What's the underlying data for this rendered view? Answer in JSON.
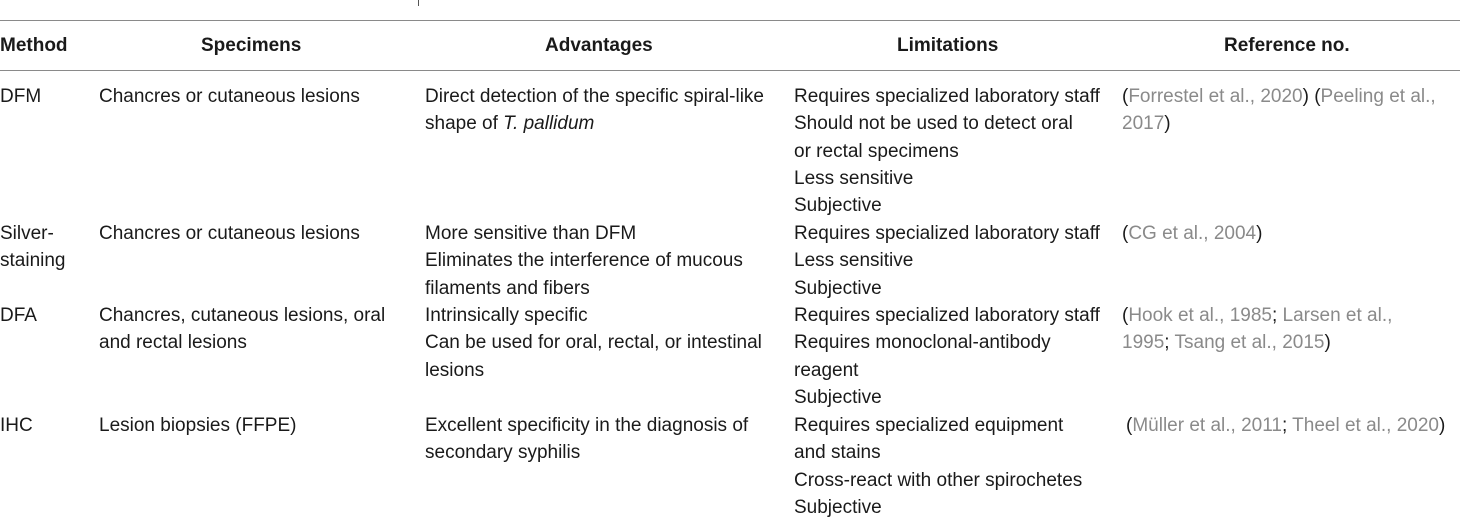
{
  "table": {
    "headers": {
      "method": "Method",
      "specimens": "Specimens",
      "advantages": "Advantages",
      "limitations": "Limitations",
      "reference": "Reference no."
    },
    "rows": [
      {
        "method": [
          "DFM"
        ],
        "specimens": [
          "Chancres or cutaneous lesions"
        ],
        "advantages": [
          "Direct detection of the specific spiral-like",
          "shape of ",
          "T. pallidum"
        ],
        "limitations": [
          "Requires specialized laboratory staff",
          "Should not be used to detect oral",
          "or rectal specimens",
          "Less sensitive",
          "Subjective"
        ],
        "reference": [
          "(",
          "Forrestel et al., 2020",
          ") (",
          "Peeling et al.,",
          "2017",
          ")"
        ]
      },
      {
        "method": [
          "Silver-",
          "staining"
        ],
        "specimens": [
          "Chancres or cutaneous lesions"
        ],
        "advantages": [
          "More sensitive than DFM",
          "Eliminates the interference of mucous",
          "filaments and fibers"
        ],
        "limitations": [
          "Requires specialized laboratory staff",
          "Less sensitive",
          "Subjective"
        ],
        "reference": [
          "(",
          "CG et al., 2004",
          ")"
        ]
      },
      {
        "method": [
          "DFA"
        ],
        "specimens": [
          "Chancres, cutaneous lesions, oral",
          "and rectal lesions"
        ],
        "advantages": [
          "Intrinsically specific",
          "Can be used for oral, rectal, or intestinal",
          "lesions"
        ],
        "limitations": [
          "Requires specialized laboratory staff",
          "Requires monoclonal-antibody",
          "reagent",
          "Subjective"
        ],
        "reference": [
          "(",
          "Hook et al., 1985",
          "; ",
          "Larsen et al.,",
          "1995",
          "; ",
          "Tsang et al., 2015",
          ")"
        ]
      },
      {
        "method": [
          "IHC"
        ],
        "specimens": [
          "Lesion biopsies (FFPE)"
        ],
        "advantages": [
          "Excellent specificity in the diagnosis of",
          "secondary syphilis"
        ],
        "limitations": [
          "Requires specialized equipment",
          "and stains",
          "Cross-react with other spirochetes",
          "Subjective"
        ],
        "reference": [
          "(",
          "Müller et al., 2011",
          "; ",
          "Theel et al., 2020",
          ")"
        ]
      }
    ]
  }
}
